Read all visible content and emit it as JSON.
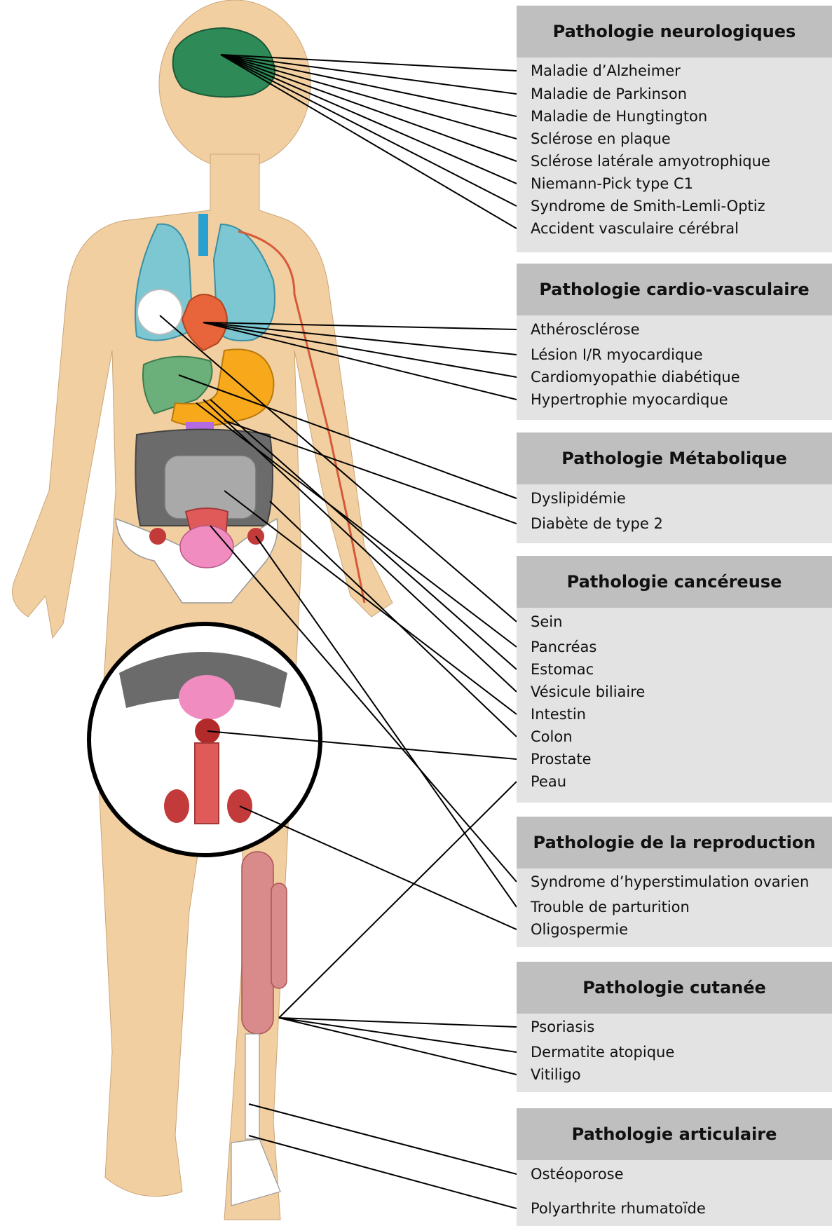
{
  "panels": [
    {
      "title": "Pathologie neurologiques",
      "items": [
        "Maladie d’Alzheimer",
        "Maladie de Parkinson",
        "Maladie de Hungtington",
        "Sclérose en plaque",
        "Sclérose latérale amyotrophique",
        "Niemann-Pick type C1",
        "Syndrome de Smith-Lemli-Optiz",
        "Accident vasculaire cérébral"
      ]
    },
    {
      "title": "Pathologie cardio-vasculaire",
      "items": [
        "Athérosclérose",
        "Lésion I/R myocardique",
        "Cardiomyopathie diabétique",
        "Hypertrophie myocardique"
      ]
    },
    {
      "title": "Pathologie Métabolique",
      "items": [
        "Dyslipidémie",
        "Diabète de type 2"
      ]
    },
    {
      "title": "Pathologie cancéreuse",
      "items": [
        "Sein",
        "Pancréas",
        "Estomac",
        "Vésicule biliaire",
        "Intestin",
        "Colon",
        "Prostate",
        "Peau"
      ]
    },
    {
      "title": "Pathologie de la reproduction",
      "items": [
        "Syndrome d’hyperstimulation ovarien",
        "Trouble de parturition",
        "Oligospermie"
      ]
    },
    {
      "title": "Pathologie cutanée",
      "items": [
        "Psoriasis",
        "Dermatite atopique",
        "Vitiligo"
      ]
    },
    {
      "title": "Pathologie articulaire",
      "items": [
        "Ostéoporose",
        "Polyarthrite rhumatoïde"
      ]
    }
  ],
  "colors": {
    "skin": "#f2cfa0",
    "brain": "#2e8b57",
    "lung": "#7cc7d1",
    "heart": "#e8643a",
    "liver": "#6bb07a",
    "stomach": "#f7a81b",
    "intestine": "#a9a9a9",
    "colon": "#6b6b6b",
    "uterus": "#e05a5a",
    "bladder": "#f08cc0",
    "muscle": "#d98a8a",
    "bone": "#ffffff",
    "panel_header": "#bfbfbf",
    "panel_body": "#e3e3e3"
  }
}
